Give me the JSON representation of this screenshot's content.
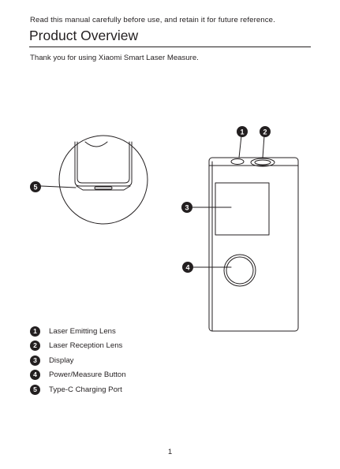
{
  "header": {
    "intro": "Read this manual carefully before use, and retain it for future reference.",
    "title": "Product Overview",
    "thanks": "Thank you for using Xiaomi Smart Laser Measure."
  },
  "callouts": {
    "c1": "1",
    "c2": "2",
    "c3": "3",
    "c4": "4",
    "c5": "5"
  },
  "legend": [
    {
      "num": "1",
      "label": "Laser Emitting Lens"
    },
    {
      "num": "2",
      "label": "Laser Reception Lens"
    },
    {
      "num": "3",
      "label": "Display"
    },
    {
      "num": "4",
      "label": "Power/Measure Button"
    },
    {
      "num": "5",
      "label": "Type-C Charging Port"
    }
  ],
  "footer": {
    "page_number": "1"
  },
  "colors": {
    "ink": "#231f20",
    "background": "#ffffff"
  }
}
